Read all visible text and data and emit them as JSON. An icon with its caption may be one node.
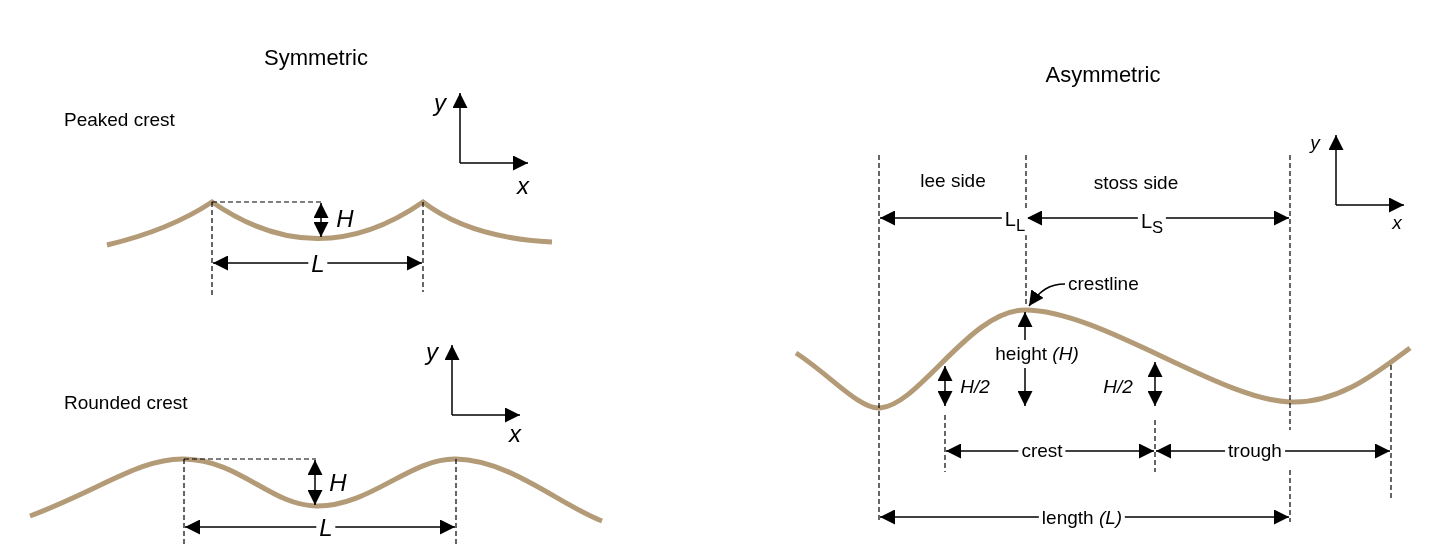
{
  "diagram": {
    "nodes": [
      {
        "text": [
          "crestline"
        ]
      },
      {
        "text": [],
        "shape": "curve"
      }
    ],
    "edges": [
      {
        "from": 0,
        "to": 1,
        "arrow": "to"
      }
    ],
    "labels": [
      "Symmetric",
      "Asymmetric",
      "Peaked crest",
      "y",
      "x",
      "H",
      "L",
      "Rounded crest",
      "y",
      "x",
      "H",
      "L",
      "lee side",
      "stoss side",
      "L$_{L}$",
      "L$_{S}$",
      "y",
      "x",
      "height *(H)*",
      "H/2",
      "H/2",
      "crest",
      "trough",
      "length *(L)*"
    ]
  }
}
